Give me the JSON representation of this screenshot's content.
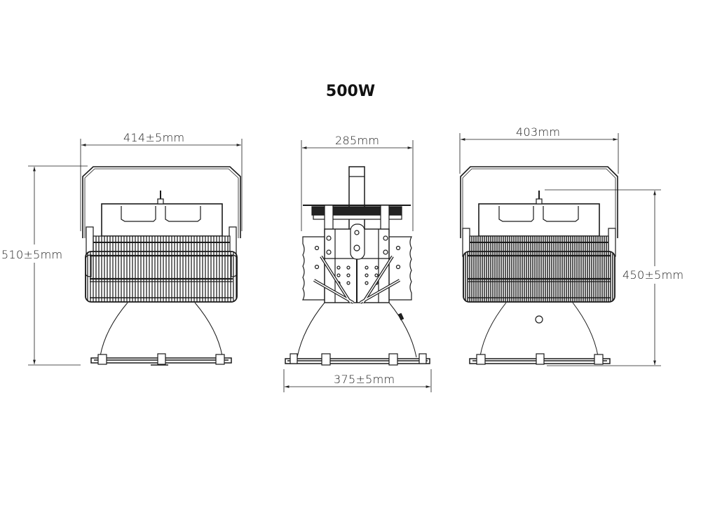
{
  "title": "500W",
  "views": {
    "front": {
      "width_label": "414±5mm",
      "height_label": "510±5mm"
    },
    "side": {
      "width_label": "285mm",
      "base_label": "375±5mm"
    },
    "rear": {
      "width_label": "403mm",
      "height_label": "450±5mm"
    }
  },
  "colors": {
    "line": "#1a1a1a",
    "background": "#ffffff"
  }
}
